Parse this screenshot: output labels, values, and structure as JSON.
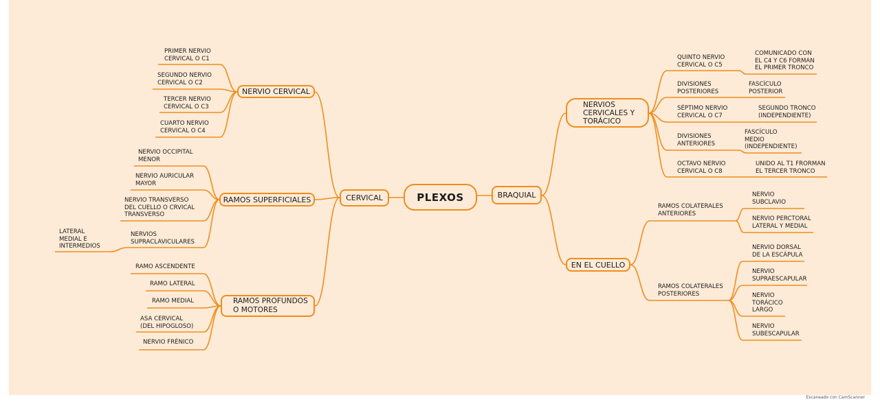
{
  "root": "PLEXOS",
  "cervical": {
    "label": "CERVICAL",
    "nervio_cervical": {
      "label": "NERVIO CERVICAL",
      "children": [
        "PRIMER NERVIO\nCERVICAL O C1",
        "SEGUNDO NERVIO\nCERVICAL O C2",
        "TERCER NERVIO\nCERVICAL O C3",
        "CUARTO NERVIO\nCERVICAL O C4"
      ]
    },
    "ramos_superficiales": {
      "label": "RAMOS SUPERFICIALES",
      "children": [
        "NERVIO OCCIPITAL\nMENOR",
        "NERVIO AURICULAR\nMAYOR",
        "NERVIO TRANSVERSO\nDEL CUELLO O CRVICAL\nTRANSVERSO",
        "NERVIOS\nSUPRACLAVICULARES"
      ],
      "supraclaviculares_child": "LATERAL\nMEDIAL E\nINTERMEDIOS"
    },
    "ramos_profundos": {
      "label": "RAMOS PROFUNDOS\nO MOTORES",
      "children": [
        "RAMO ASCENDENTE",
        "RAMO LATERAL",
        "RAMO MEDIAL",
        "ASA CERVICAL\n(DEL HIPOGLOSO)",
        "NERVIO FRÉNICO"
      ]
    }
  },
  "braquial": {
    "label": "BRAQUIAL",
    "nervios_cervicales": {
      "label": "NERVIOS\nCERVICALES Y\nTORÁCICO",
      "children": [
        {
          "label": "QUINTO NERVIO\nCERVICAL O C5",
          "child": "COMUNICADO CON\nEL C4 Y C6 FORMAN\nEL PRIMER TRONCO"
        },
        {
          "label": "DIVISIONES\nPOSTERIORES",
          "child": "FASCÍCULO\nPOSTERIOR"
        },
        {
          "label": "SÉPTIMO NERVIO\nCERVICAL O C7",
          "child": "SEGUNDO TRONCO\n(INDEPENDIENTE)"
        },
        {
          "label": "DIVISIONES\nANTERIORES",
          "child": "FASCÍCULO\nMEDIO\n(INDEPENDIENTE)"
        },
        {
          "label": "OCTAVO NERVIO\nCERVICAL O C8",
          "child": "UNIDO AL T1 FRORMAN\nEL TERCER TRONCO"
        }
      ]
    },
    "en_el_cuello": {
      "label": "EN EL CUELLO",
      "anteriores": {
        "label": "RAMOS COLATERALES\nANTERIORES",
        "children": [
          "NERVIO\nSUBCLAVIO",
          "NERVIO PERCTORAL\nLATERAL Y MEDIAL"
        ]
      },
      "posteriores": {
        "label": "RAMOS COLATERALES\nPOSTERIORES",
        "children": [
          "NERVIO DORSAL\nDE LA ESCÁPULA",
          "NERVIO\nSUPRAESCAPULAR",
          "NERVIO\nTORÁCICO\nLARGO",
          "NERVIO\nSUBESCAPULAR"
        ]
      }
    }
  },
  "watermark": "Escaneado con CamScanner",
  "colors": {
    "line": "#f08c1e",
    "background": "#fdebd7",
    "text": "#1c1c1c"
  }
}
